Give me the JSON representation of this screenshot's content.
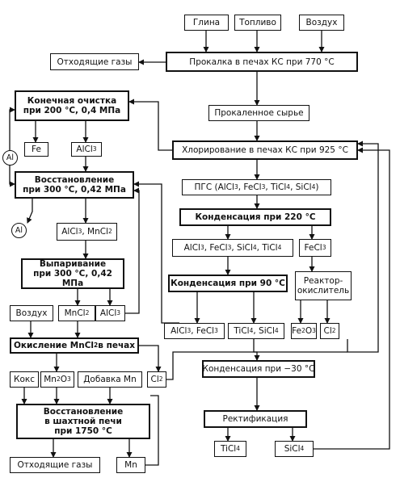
{
  "nodes": {
    "glina": "Глина",
    "toplivo": "Топливо",
    "vozdukh_top": "Воздух",
    "otkhodyashchie_top": "Отходящие газы",
    "prokalka": "Прокалка в печах КС при 770 °С",
    "prokalennoe": "Прокаленное сырье",
    "khlorirovanie": "Хлорирование в печах КС при 925 °С",
    "pgs": "ПГС (AlCl3, FeCl3, TiCl4, SiCl4)",
    "kondensatsiya_220": "Конденсация при 220 °С",
    "mix_alcl3_fecl3_sicl4_ticl4": "AlCl3, FeCl3, SiCl4, TiCl4",
    "fecl3": "FeCl3",
    "kondensatsiya_90": "Конденсация при 90 °С",
    "reaktor": "Реактор-окислитель",
    "alcl3_fecl3": "AlCl3, FeCl3",
    "ticl4_sicl4": "TiCl4, SiCl4",
    "fe2o3": "Fe2O3",
    "cl2_right": "Cl2",
    "kondensatsiya_m30": "Конденсация при −30 °С",
    "rektifikatsiya": "Ректификация",
    "ticl4": "TiCl4",
    "sicl4": "SiCl4",
    "konechnaya_l1": "Конечная очистка",
    "konechnaya_l2": "при 200 °С, 0,4 МПа",
    "fe": "Fe",
    "alcl3_top": "AlCl3",
    "al_circle_1": "Al",
    "vosstanovlenie_l1": "Восстановление",
    "vosstanovlenie_l2": "при 300 °С, 0,42 МПа",
    "al_circle_2": "Al",
    "alcl3_mncl2": "AlCl3, MnCl2",
    "vyparivanie_l1": "Выпаривание",
    "vyparivanie_l2": "при 300 °С, 0,42 МПа",
    "vozdukh_left": "Воздух",
    "mncl2": "MnCl2",
    "alcl3_mid": "AlCl3",
    "okislenie": "Окисление MnCl2 в печах",
    "koks": "Кокс",
    "mn2o3": "Mn2O3",
    "dobavka_mn": "Добавка Mn",
    "cl2_left": "Cl2",
    "shakhta_l1": "Восстановление",
    "shakhta_l2": "в шахтной печи",
    "shakhta_l3": "при 1750 °С",
    "otkhodyashchie_bottom": "Отходящие газы",
    "mn": "Mn"
  }
}
